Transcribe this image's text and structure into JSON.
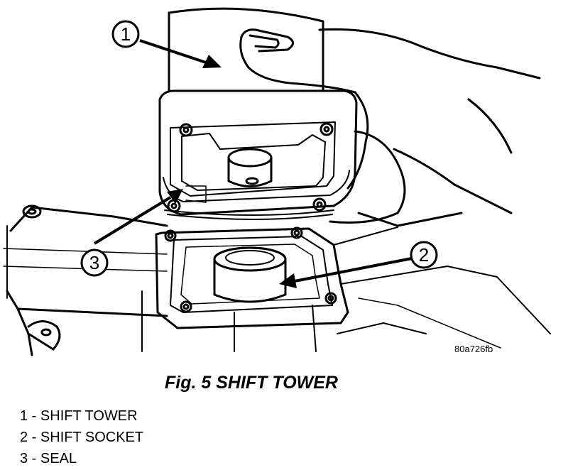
{
  "figure": {
    "code": "80a726fb",
    "caption": "Fig. 5 SHIFT TOWER",
    "callouts": [
      {
        "number": "1",
        "name": "SHIFT TOWER"
      },
      {
        "number": "2",
        "name": "SHIFT SOCKET"
      },
      {
        "number": "3",
        "name": "SEAL"
      }
    ]
  },
  "legend": {
    "items": [
      {
        "number": "1",
        "separator": " - ",
        "name": "SHIFT TOWER"
      },
      {
        "number": "2",
        "separator": " - ",
        "name": "SHIFT SOCKET"
      },
      {
        "number": "3",
        "separator": " - ",
        "name": "SEAL"
      }
    ]
  }
}
